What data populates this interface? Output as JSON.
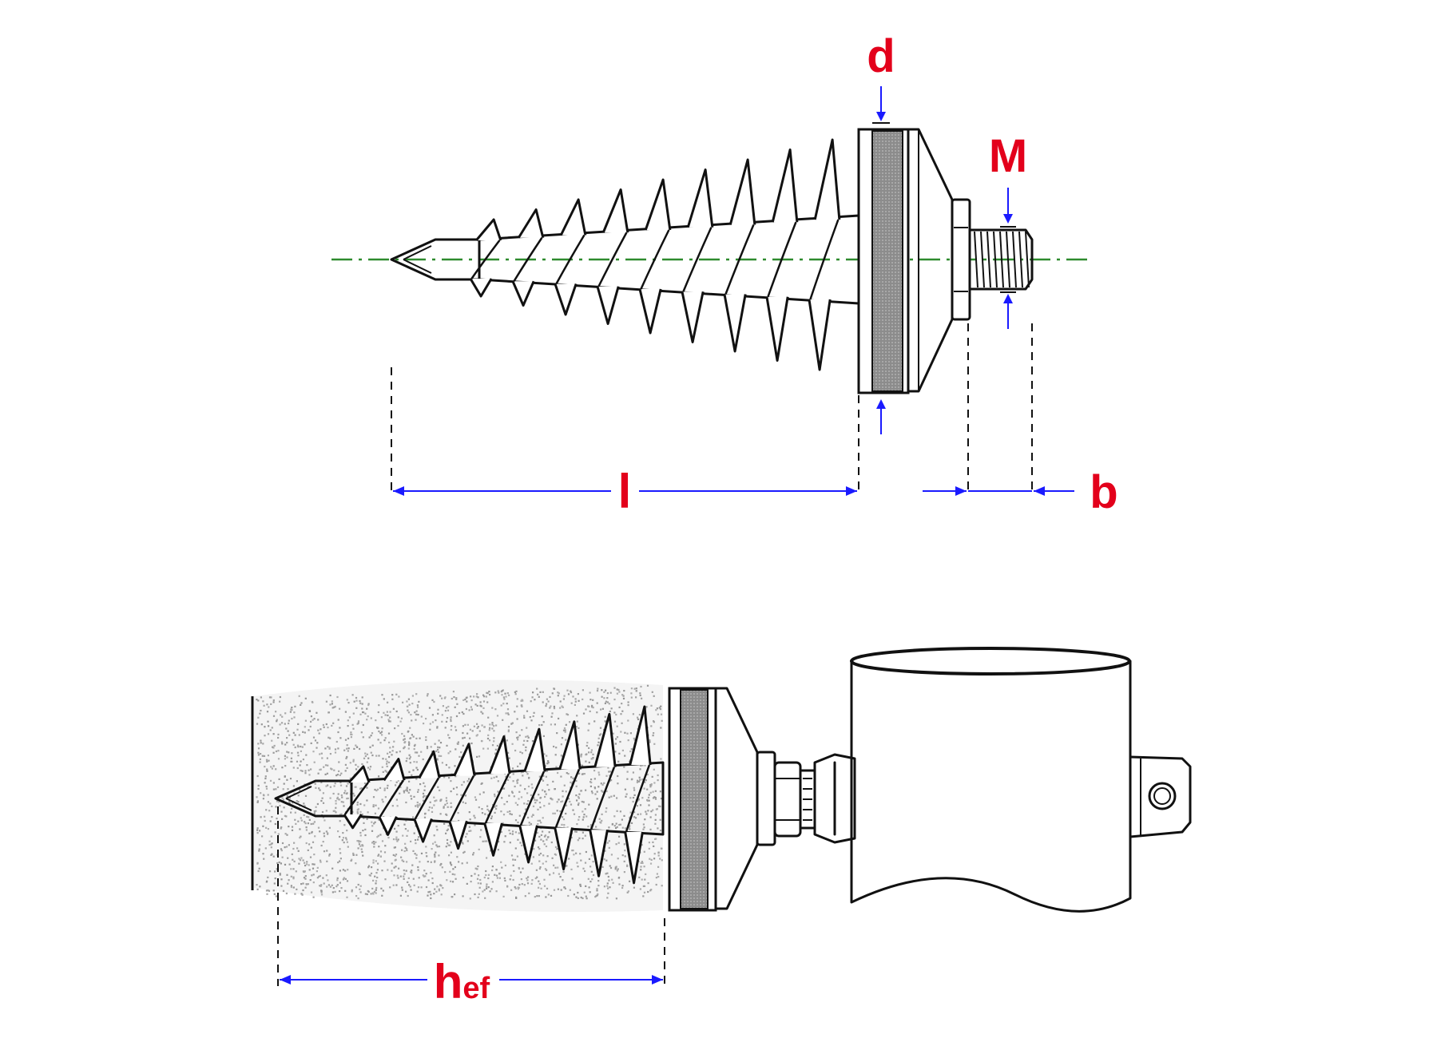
{
  "labels": {
    "d": "d",
    "M": "M",
    "l": "l",
    "b": "b",
    "hef_main": "h",
    "hef_sub": "ef"
  },
  "colors": {
    "label": "#e3001b",
    "dimension": "#1a1aff",
    "axis": "#2e8b2e",
    "ink": "#111111",
    "insulation": "#9a9a9a",
    "washer": "#8c8c8c"
  }
}
